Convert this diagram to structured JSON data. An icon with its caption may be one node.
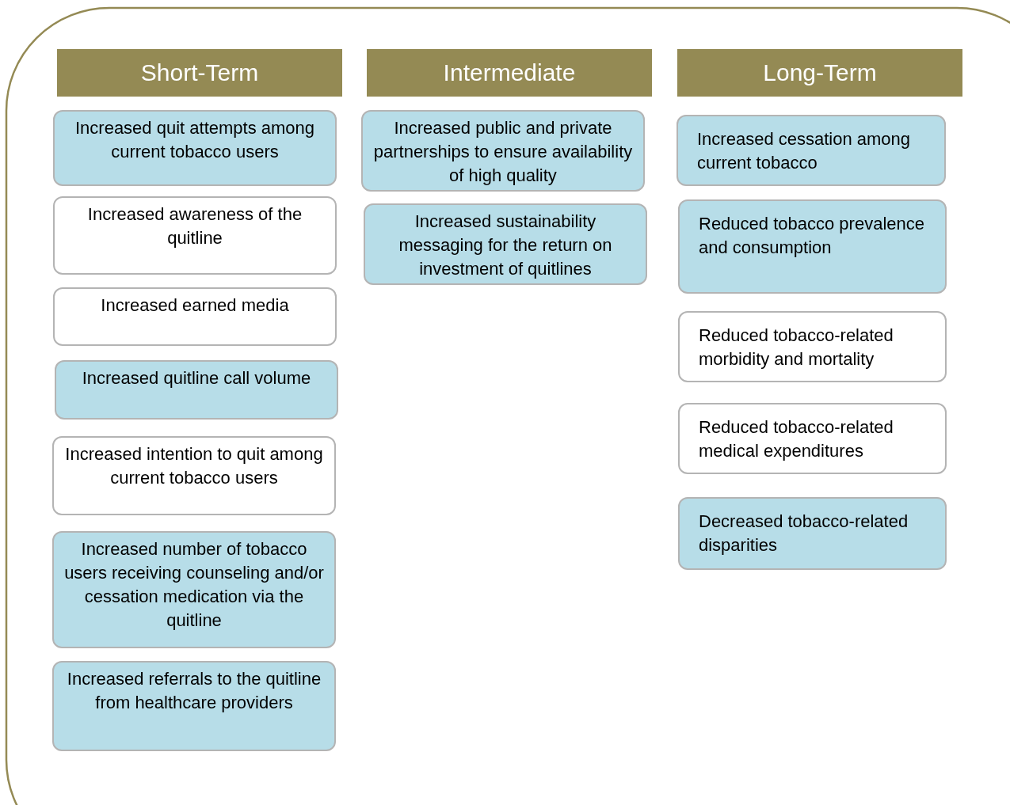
{
  "diagram": {
    "nodes": [
      {
        "text": [
          "Short-Term"
        ]
      },
      {
        "text": [
          "Increased quit attempts among current tobacco users"
        ]
      },
      {
        "text": [
          "Increased awareness of the quitline"
        ]
      },
      {
        "text": [
          "Increased earned media"
        ]
      },
      {
        "text": [
          "Increased quitline call volume"
        ]
      },
      {
        "text": [
          "Increased intention to quit among current tobacco users"
        ]
      },
      {
        "text": [
          "Increased number of tobacco users receiving counseling and/or cessation medication via the quitline"
        ]
      },
      {
        "text": [
          "Increased referrals to the quitline from healthcare providers"
        ]
      },
      {
        "text": [
          "Intermediate"
        ]
      },
      {
        "text": [
          "Increased public and private partnerships to ensure availability of high quality"
        ]
      },
      {
        "text": [
          "Increased sustainability messaging for the return on investment of quitlines"
        ]
      },
      {
        "text": [
          "Long-Term"
        ]
      },
      {
        "text": [
          "Increased cessation among current tobacco"
        ]
      },
      {
        "text": [
          "Reduced tobacco prevalence and consumption"
        ]
      },
      {
        "text": [
          "Reduced tobacco-related morbidity and mortality"
        ]
      },
      {
        "text": [
          "Reduced tobacco-related medical expenditures"
        ]
      },
      {
        "text": [
          "Decreased tobacco-related disparities"
        ]
      }
    ],
    "edges": []
  }
}
